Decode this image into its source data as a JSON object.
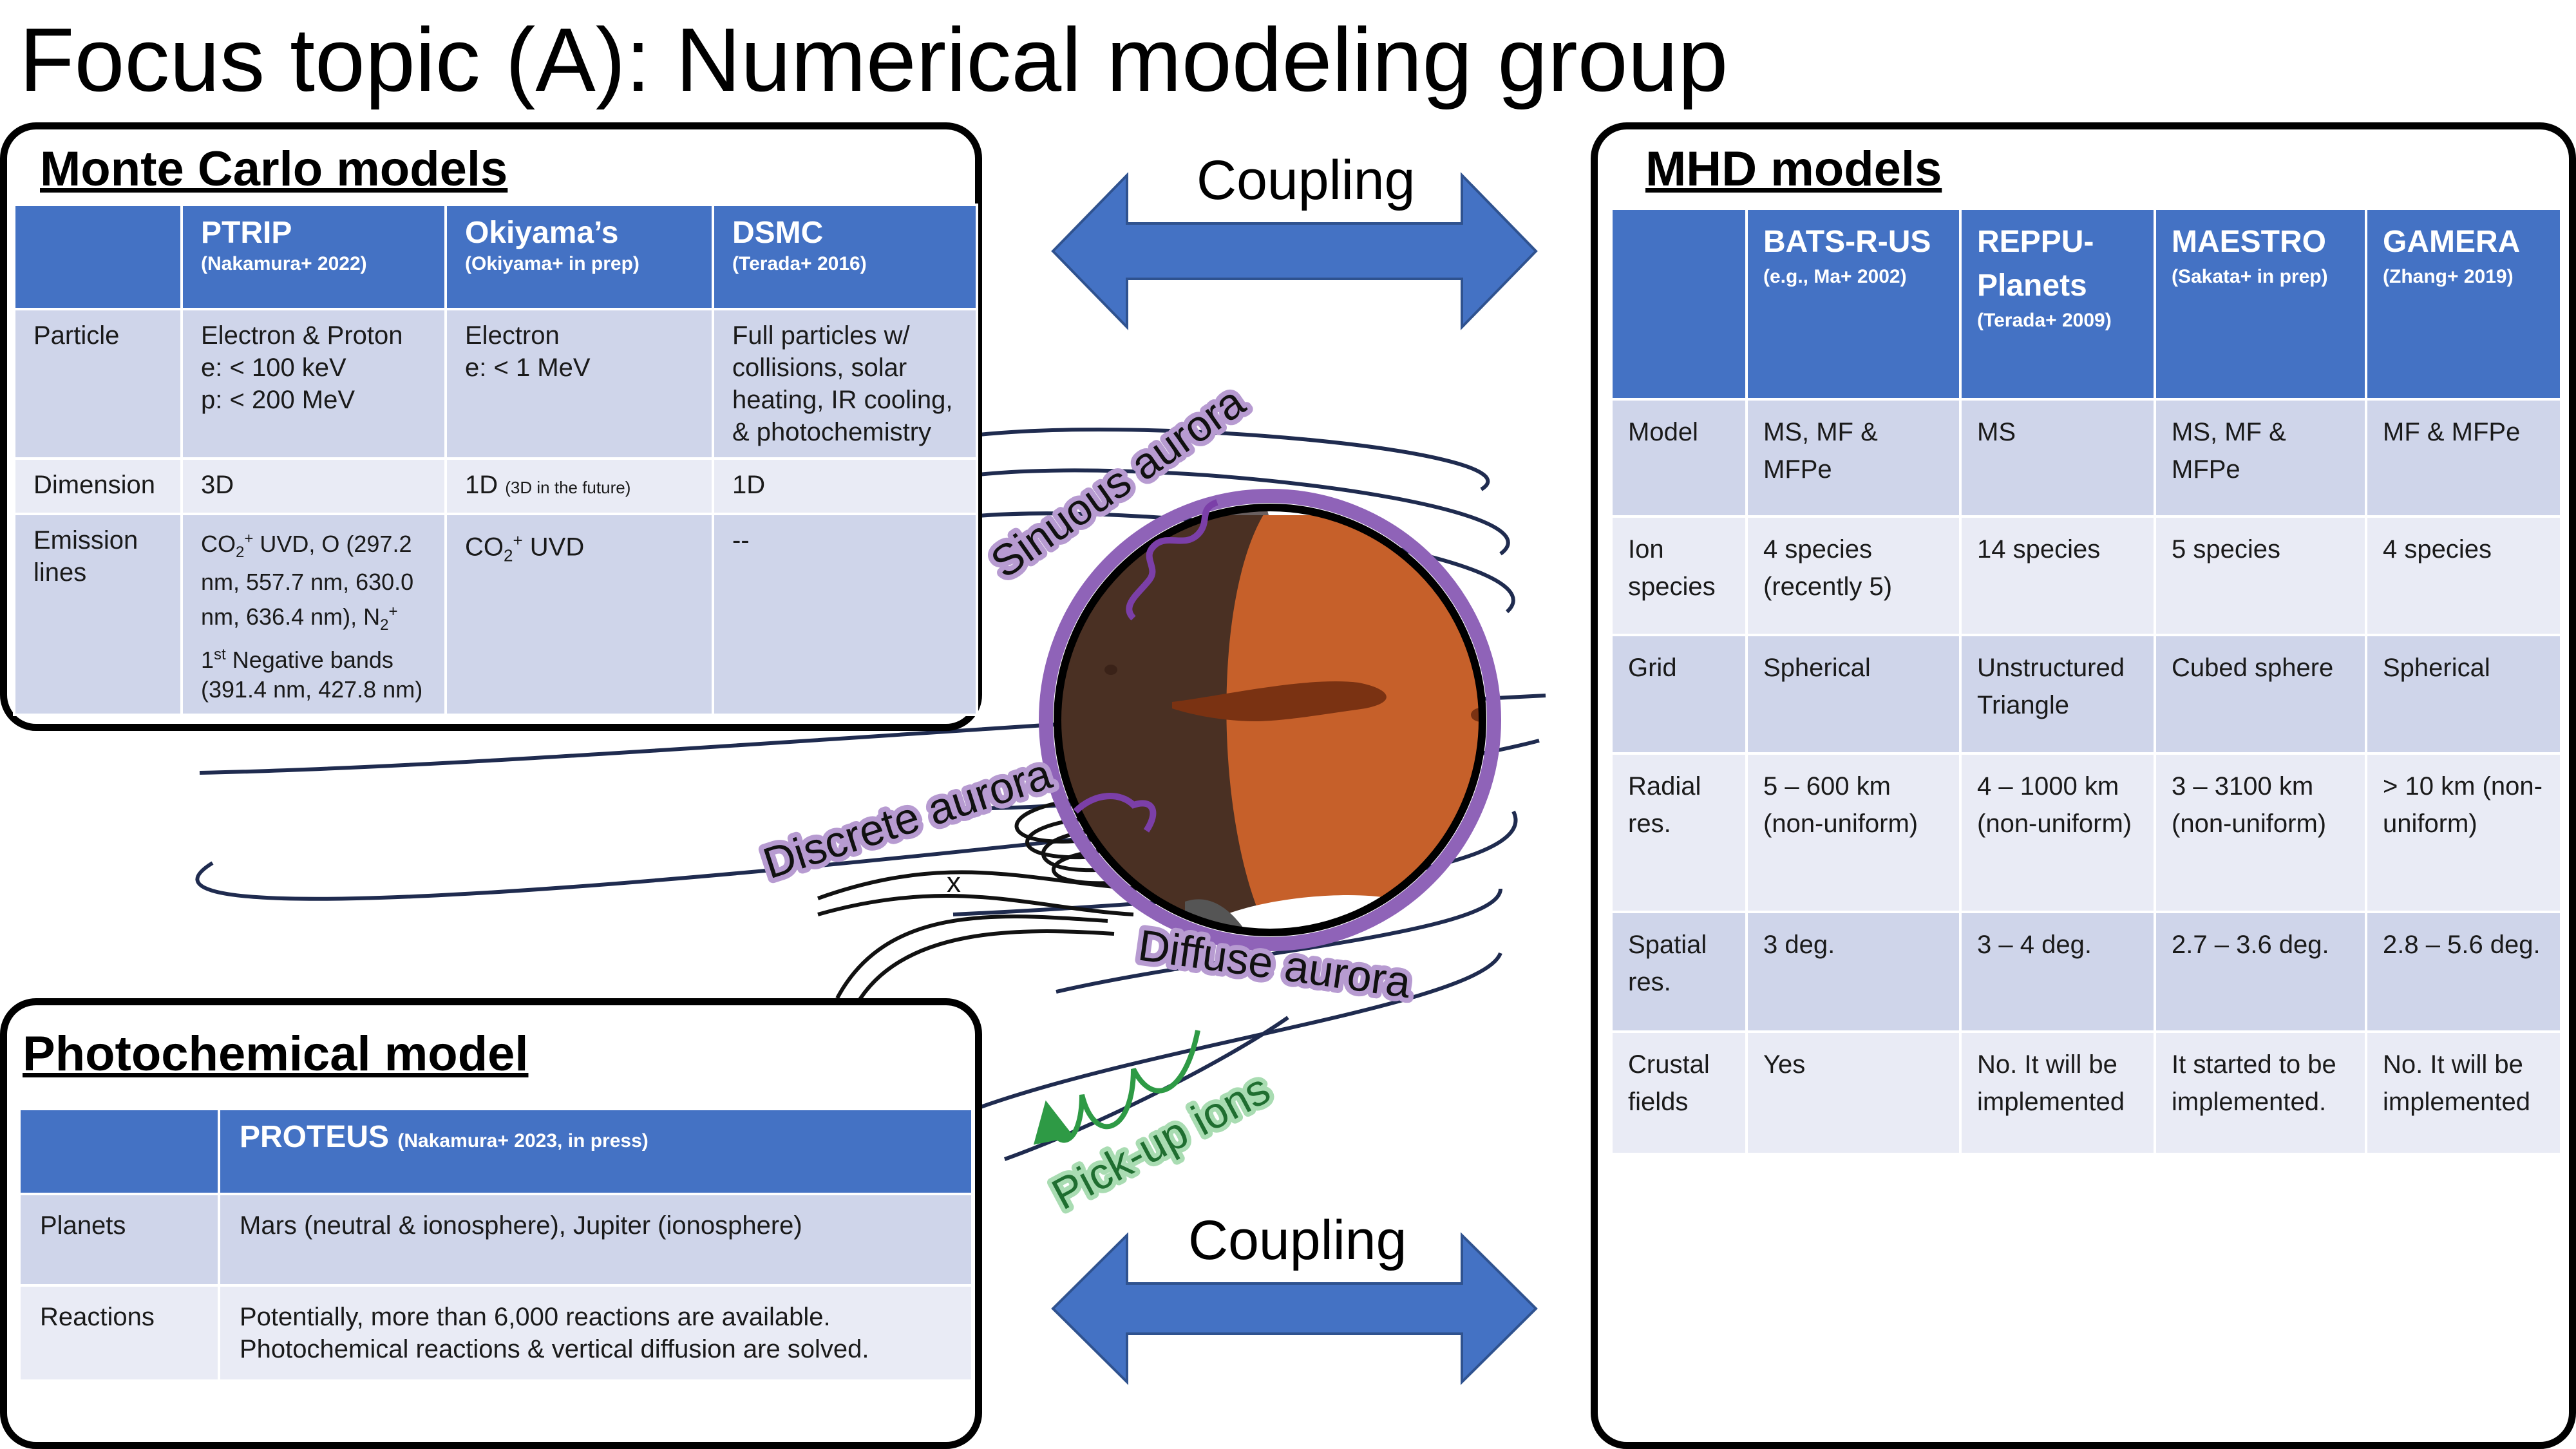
{
  "page_title": "Focus topic (A): Numerical modeling group",
  "monte_carlo": {
    "title": "Monte Carlo models",
    "columns": [
      {
        "name": "",
        "ref": ""
      },
      {
        "name": "PTRIP",
        "ref": "(Nakamura+ 2022)"
      },
      {
        "name": "Okiyama’s",
        "ref": "(Okiyama+ in prep)"
      },
      {
        "name": "DSMC",
        "ref": "(Terada+ 2016)"
      }
    ],
    "particle": {
      "label": "Particle",
      "ptrip": [
        "Electron & Proton",
        "e: < 100 keV",
        "p: < 200 MeV"
      ],
      "okiyama": [
        "Electron",
        "e: < 1 MeV"
      ],
      "dsmc": [
        "Full particles w/",
        "collisions, solar",
        "heating, IR cooling,",
        "& photochemistry"
      ]
    },
    "dimension": {
      "label": "Dimension",
      "ptrip": "3D",
      "okiyama": "1D",
      "okiyama_note": "(3D in the future)",
      "dsmc": "1D"
    },
    "emission": {
      "label_lines": [
        "Emission",
        "lines"
      ],
      "ptrip_prefix": "CO",
      "ptrip_sub": "2",
      "ptrip_sup": "+",
      "ptrip_text_a": " UVD, O (297.2 nm, 557.7 nm, 630.0 nm, 636.4 nm), N",
      "ptrip_sub2": "2",
      "ptrip_sup2": "+",
      "ptrip_ordinal": "1",
      "ptrip_ordinal_sup": "st",
      "ptrip_text_b": " Negative bands (391.4 nm, 427.8 nm)",
      "okiyama_prefix": "CO",
      "okiyama_sub": "2",
      "okiyama_sup": "+",
      "okiyama_text": " UVD",
      "dsmc": "--"
    }
  },
  "mhd": {
    "title": "MHD models",
    "columns": [
      {
        "name": "",
        "ref": ""
      },
      {
        "name": "BATS-R-US",
        "ref": "(e.g., Ma+ 2002)"
      },
      {
        "name": "REPPU-Planets",
        "ref": "(Terada+ 2009)"
      },
      {
        "name": "MAESTRO",
        "ref": "(Sakata+ in prep)"
      },
      {
        "name": "GAMERA",
        "ref": "(Zhang+ 2019)"
      }
    ],
    "rows": [
      {
        "label": "Model",
        "cells": [
          "MS, MF & MFPe",
          "MS",
          "MS, MF & MFPe",
          "MF & MFPe"
        ]
      },
      {
        "label": "Ion species",
        "cells": [
          "4 species (recently 5)",
          "14 species",
          "5 species",
          "4 species"
        ]
      },
      {
        "label": "Grid",
        "cells": [
          "Spherical",
          "Unstructured Triangle",
          "Cubed sphere",
          "Spherical"
        ]
      },
      {
        "label": "Radial res.",
        "cells": [
          "5 – 600 km (non-uniform)",
          "4 – 1000 km (non-uniform)",
          "3 – 3100 km (non-uniform)",
          "> 10 km (non-uniform)"
        ]
      },
      {
        "label": "Spatial res.",
        "cells": [
          "3 deg.",
          "3 – 4 deg.",
          "2.7 – 3.6 deg.",
          "2.8 – 5.6 deg."
        ]
      },
      {
        "label": "Crustal fields",
        "cells": [
          "Yes",
          "No. It will be implemented",
          "It started to be implemented.",
          "No. It will be implemented"
        ]
      }
    ]
  },
  "photochemical": {
    "title": "Photochemical model",
    "header": {
      "name": "PROTEUS",
      "ref": "(Nakamura+ 2023, in press)"
    },
    "rows": [
      {
        "label": "Planets",
        "value": "Mars (neutral & ionosphere), Jupiter (ionosphere)"
      },
      {
        "label": "Reactions",
        "value": "Potentially, more than 6,000 reactions are available. Photochemical reactions & vertical diffusion are solved."
      }
    ]
  },
  "center": {
    "coupling_top": "Coupling",
    "coupling_bottom": "Coupling",
    "sinuous": "Sinuous aurora",
    "discrete": "Discrete aurora",
    "diffuse": "Diffuse aurora",
    "pickup": "Pick-up ions",
    "x_mark": "x"
  },
  "colors": {
    "table_header": "#4472c4",
    "row_dark": "#cfd5ea",
    "row_light": "#e9ebf5",
    "arrow": "#4472c4",
    "aurora_purple": "#7b3fa8",
    "aurora_glow": "#b79bd1",
    "mars_day": "#c6602a",
    "mars_night": "#4a3023",
    "pickup_green": "#2e9a45"
  }
}
